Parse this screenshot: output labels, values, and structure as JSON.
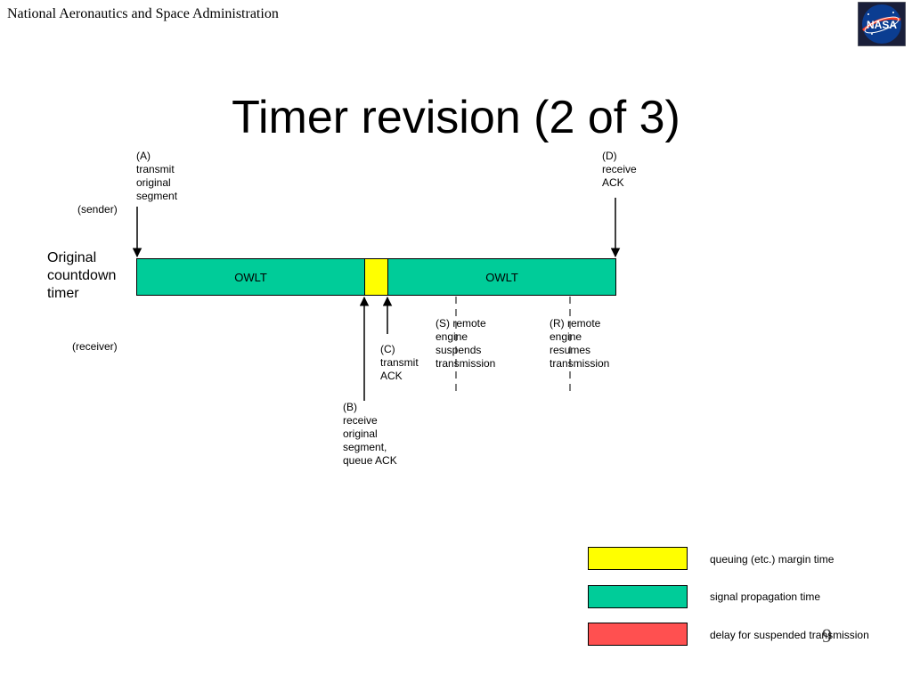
{
  "header": {
    "organization": "National Aeronautics and Space Administration",
    "logo_text": "NASA"
  },
  "slide": {
    "title": "Timer revision (2 of 3)",
    "page_number": "9"
  },
  "diagram": {
    "sender_label": "(sender)",
    "receiver_label": "(receiver)",
    "timer_label": "Original\ncountdown\ntimer",
    "bar_owlt_1": "OWLT",
    "bar_owlt_2": "OWLT",
    "event_a": "(A)\ntransmit\noriginal\nsegment",
    "event_b": "(B)\nreceive\noriginal\nsegment,\nqueue ACK",
    "event_c": "(C)\ntransmit\nACK",
    "event_d": "(D)\nreceive\nACK",
    "event_s": "(S) remote\nengine\nsuspends\ntransmission",
    "event_r": "(R) remote\nengine\nresumes\ntransmission"
  },
  "legend": {
    "items": [
      {
        "label": "queuing (etc.) margin time",
        "color": "#ffff00"
      },
      {
        "label": "signal propagation time",
        "color": "#00cc99"
      },
      {
        "label": "delay for suspended transmission",
        "color": "#ff5050"
      }
    ]
  }
}
